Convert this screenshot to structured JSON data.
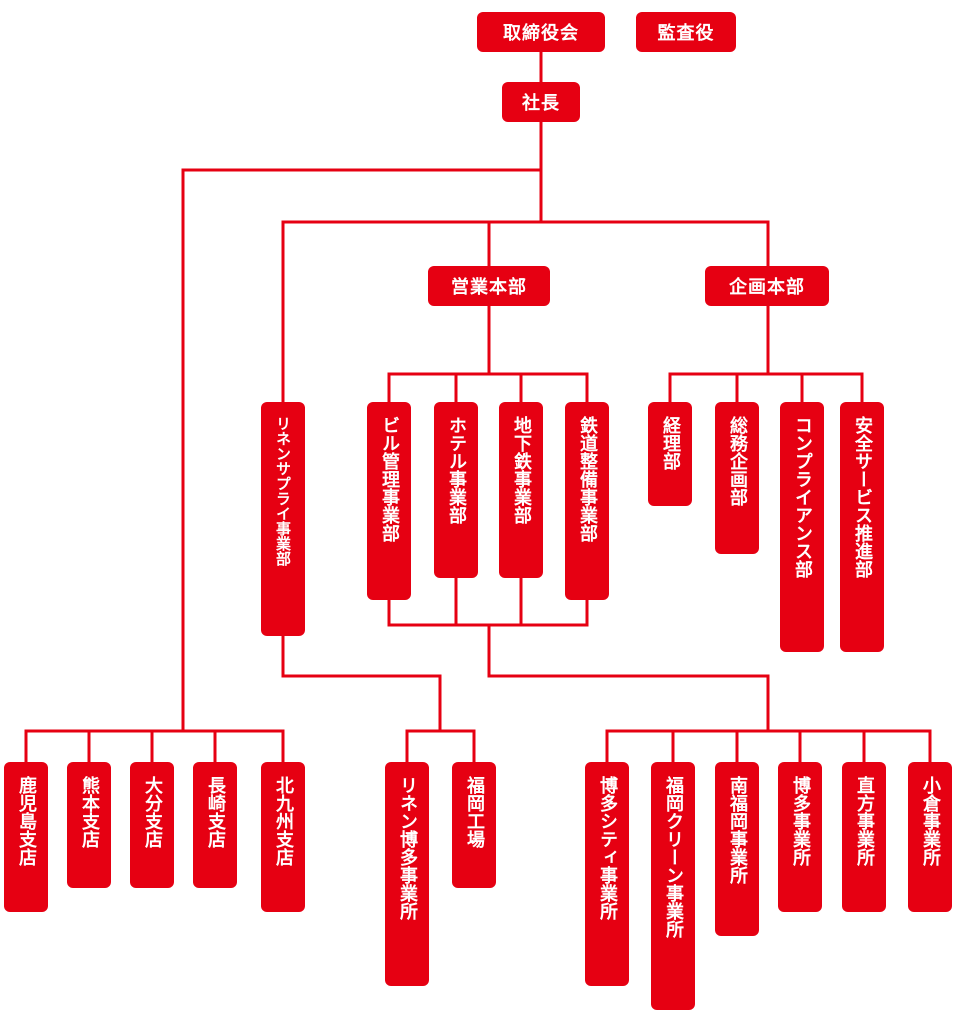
{
  "colors": {
    "accent": "#e60012",
    "text": "#ffffff"
  },
  "top": {
    "board": "取締役会",
    "auditor": "監査役",
    "president": "社長"
  },
  "headquarters": {
    "sales": "営業本部",
    "planning": "企画本部"
  },
  "linen_division": "リネンサプライ事業部",
  "sales_divisions": [
    "ビル管理事業部",
    "ホテル事業部",
    "地下鉄事業部",
    "鉄道整備事業部"
  ],
  "planning_divisions": [
    "経理部",
    "総務企画部",
    "コンプライアンス部",
    "安全サービス推進部"
  ],
  "branches": [
    "鹿児島支店",
    "熊本支店",
    "大分支店",
    "長崎支店",
    "北九州支店"
  ],
  "linen_offices": [
    "リネン博多事業所",
    "福岡工場"
  ],
  "offices": [
    "博多シティ事業所",
    "福岡クリーン事業所",
    "南福岡事業所",
    "博多事業所",
    "直方事業所",
    "小倉事業所"
  ]
}
